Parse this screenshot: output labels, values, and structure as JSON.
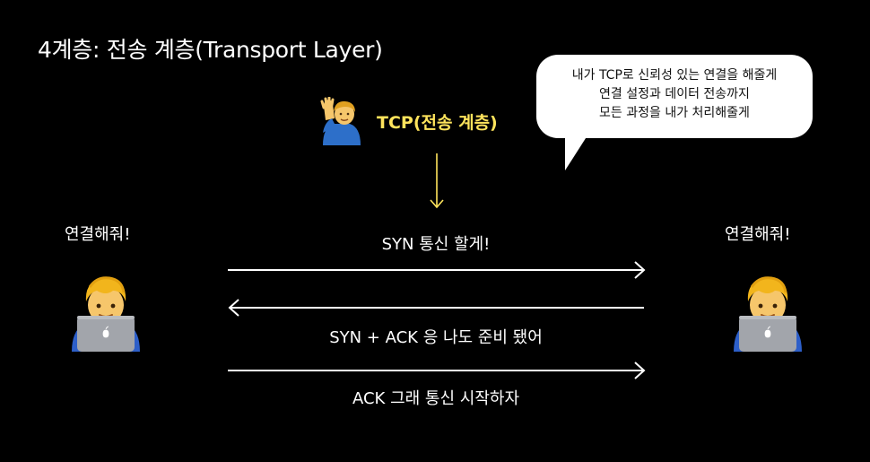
{
  "title": "4계층: 전송 계층(Transport Layer)",
  "bubble": {
    "lines": [
      "내가 TCP로 신뢰성 있는 연결을 해줄게",
      "연결 설정과 데이터 전송까지",
      "모든 과정을 내가 처리해줄게"
    ]
  },
  "tcp": {
    "label": "TCP(전송 계층)",
    "color": "#ffe45c"
  },
  "left_user": {
    "label": "연결해줘!"
  },
  "right_user": {
    "label": "연결해줘!"
  },
  "messages": {
    "syn": "SYN 통신 할게!",
    "syn_ack": "SYN + ACK 응 나도 준비 됐어",
    "ack": "ACK 그래 통신 시작하자"
  },
  "icons": {
    "tcp": "person-raising-hand-icon",
    "user": "technologist-with-laptop-icon"
  }
}
